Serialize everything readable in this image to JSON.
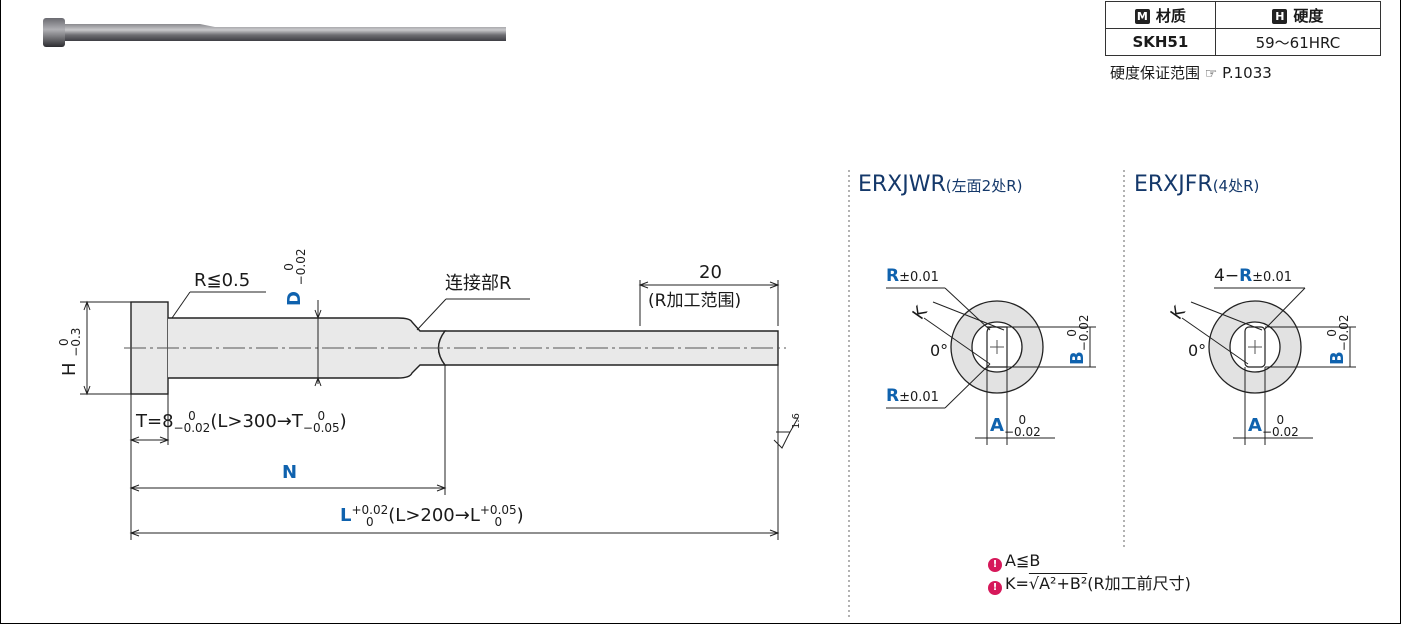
{
  "material_table": {
    "material_badge": "M",
    "material_header": "材质",
    "hardness_badge": "H",
    "hardness_header": "硬度",
    "material_value": "SKH51",
    "hardness_value": "59～61HRC"
  },
  "hardness_note": "硬度保证范围",
  "page_ref": "P.1033",
  "main_drawing": {
    "r_head": "R≦0.5",
    "d_label": "D",
    "d_tol_upper": "0",
    "d_tol_lower": "−0.02",
    "connect_r": "连接部R",
    "dim_20": "20",
    "r_range": "(R加工范围)",
    "h_label": "H",
    "h_tol_upper": "0",
    "h_tol_lower": "−0.3",
    "t_prefix": "T=8",
    "t_tol_upper": "0",
    "t_tol_lower": "−0.02",
    "t_suffix": "(L>300→T",
    "t2_tol_upper": "0",
    "t2_tol_lower": "−0.05",
    "t_close": ")",
    "n_label": "N",
    "l_label": "L",
    "l_tol_upper": "+0.02",
    "l_tol_lower": "0",
    "l_suffix": "(L>200→L",
    "l2_tol_upper": "+0.05",
    "l2_tol_lower": "0",
    "l_close": ")",
    "roughness": "1.6"
  },
  "erxjwr": {
    "title": "ERXJWR",
    "subtitle": "(左面2处R)",
    "r_top": "R",
    "r_top_tol": "±0.01",
    "r_bottom": "R",
    "r_bottom_tol": "±0.01",
    "k_label": "K",
    "zero_deg": "0°",
    "b_label": "B",
    "b_tol_upper": "0",
    "b_tol_lower": "−0.02",
    "a_label": "A",
    "a_tol_upper": "0",
    "a_tol_lower": "−0.02"
  },
  "erxjfr": {
    "title": "ERXJFR",
    "subtitle": "(4处R)",
    "r_prefix": "4−",
    "r_label": "R",
    "r_tol": "±0.01",
    "k_label": "K",
    "zero_deg": "0°",
    "b_label": "B",
    "b_tol_upper": "0",
    "b_tol_lower": "−0.02",
    "a_label": "A",
    "a_tol_upper": "0",
    "a_tol_lower": "−0.02"
  },
  "notes": {
    "note1": "A≦B",
    "note2_prefix": "K=",
    "note2_formula": "√A²+B²",
    "note2_suffix": "(R加工前尺寸)"
  },
  "colors": {
    "dimension_blue": "#0f62ae",
    "title_navy": "#14386a",
    "note_icon": "#d6185a"
  }
}
